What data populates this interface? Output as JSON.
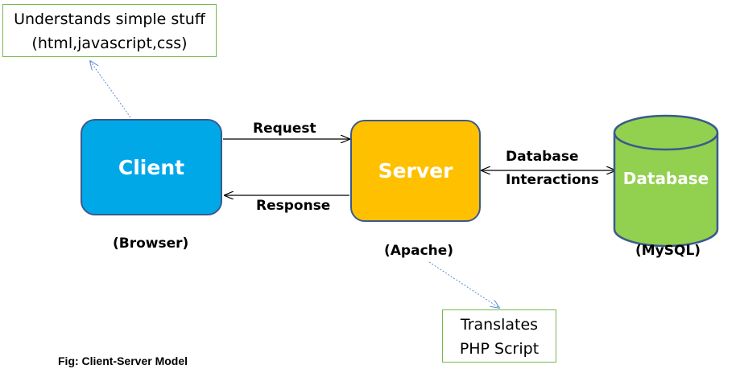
{
  "notes": {
    "client_note": {
      "line1": "Understands simple stuff",
      "line2": "(html,javascript,css)"
    },
    "server_note": {
      "line1": "Translates",
      "line2": "PHP Script"
    }
  },
  "nodes": {
    "client": {
      "label": "Client",
      "sublabel": "(Browser)"
    },
    "server": {
      "label": "Server",
      "sublabel": "(Apache)"
    },
    "database": {
      "label": "Database",
      "sublabel": "(MySQL)"
    }
  },
  "edges": {
    "request": "Request",
    "response": "Response",
    "db_line1": "Database",
    "db_line2": "Interactions"
  },
  "caption": "Fig: Client-Server Model",
  "colors": {
    "client_fill": "#00a8e8",
    "server_fill": "#ffc000",
    "database_fill": "#92d050",
    "node_border": "#3a5a8c",
    "note_border": "#77b84b",
    "dotted_line": "#5b8fd6"
  }
}
